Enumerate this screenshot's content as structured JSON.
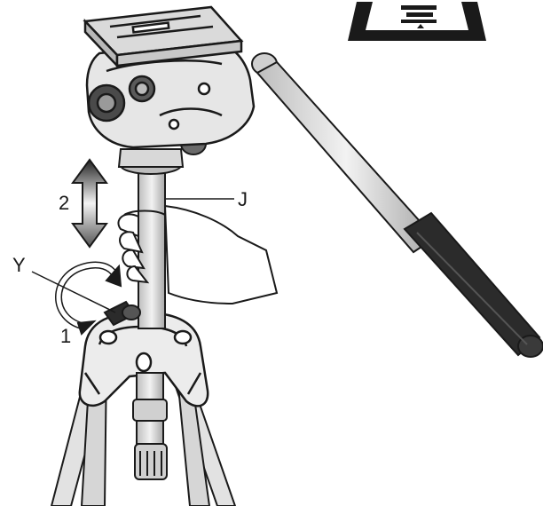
{
  "labels": {
    "column": "J",
    "lever": "Y",
    "step_rotate": "1",
    "step_raise": "2"
  },
  "colors": {
    "line": "#1a1a1a",
    "metal": "#e2e2e2",
    "grip": "#2b2b2b"
  }
}
